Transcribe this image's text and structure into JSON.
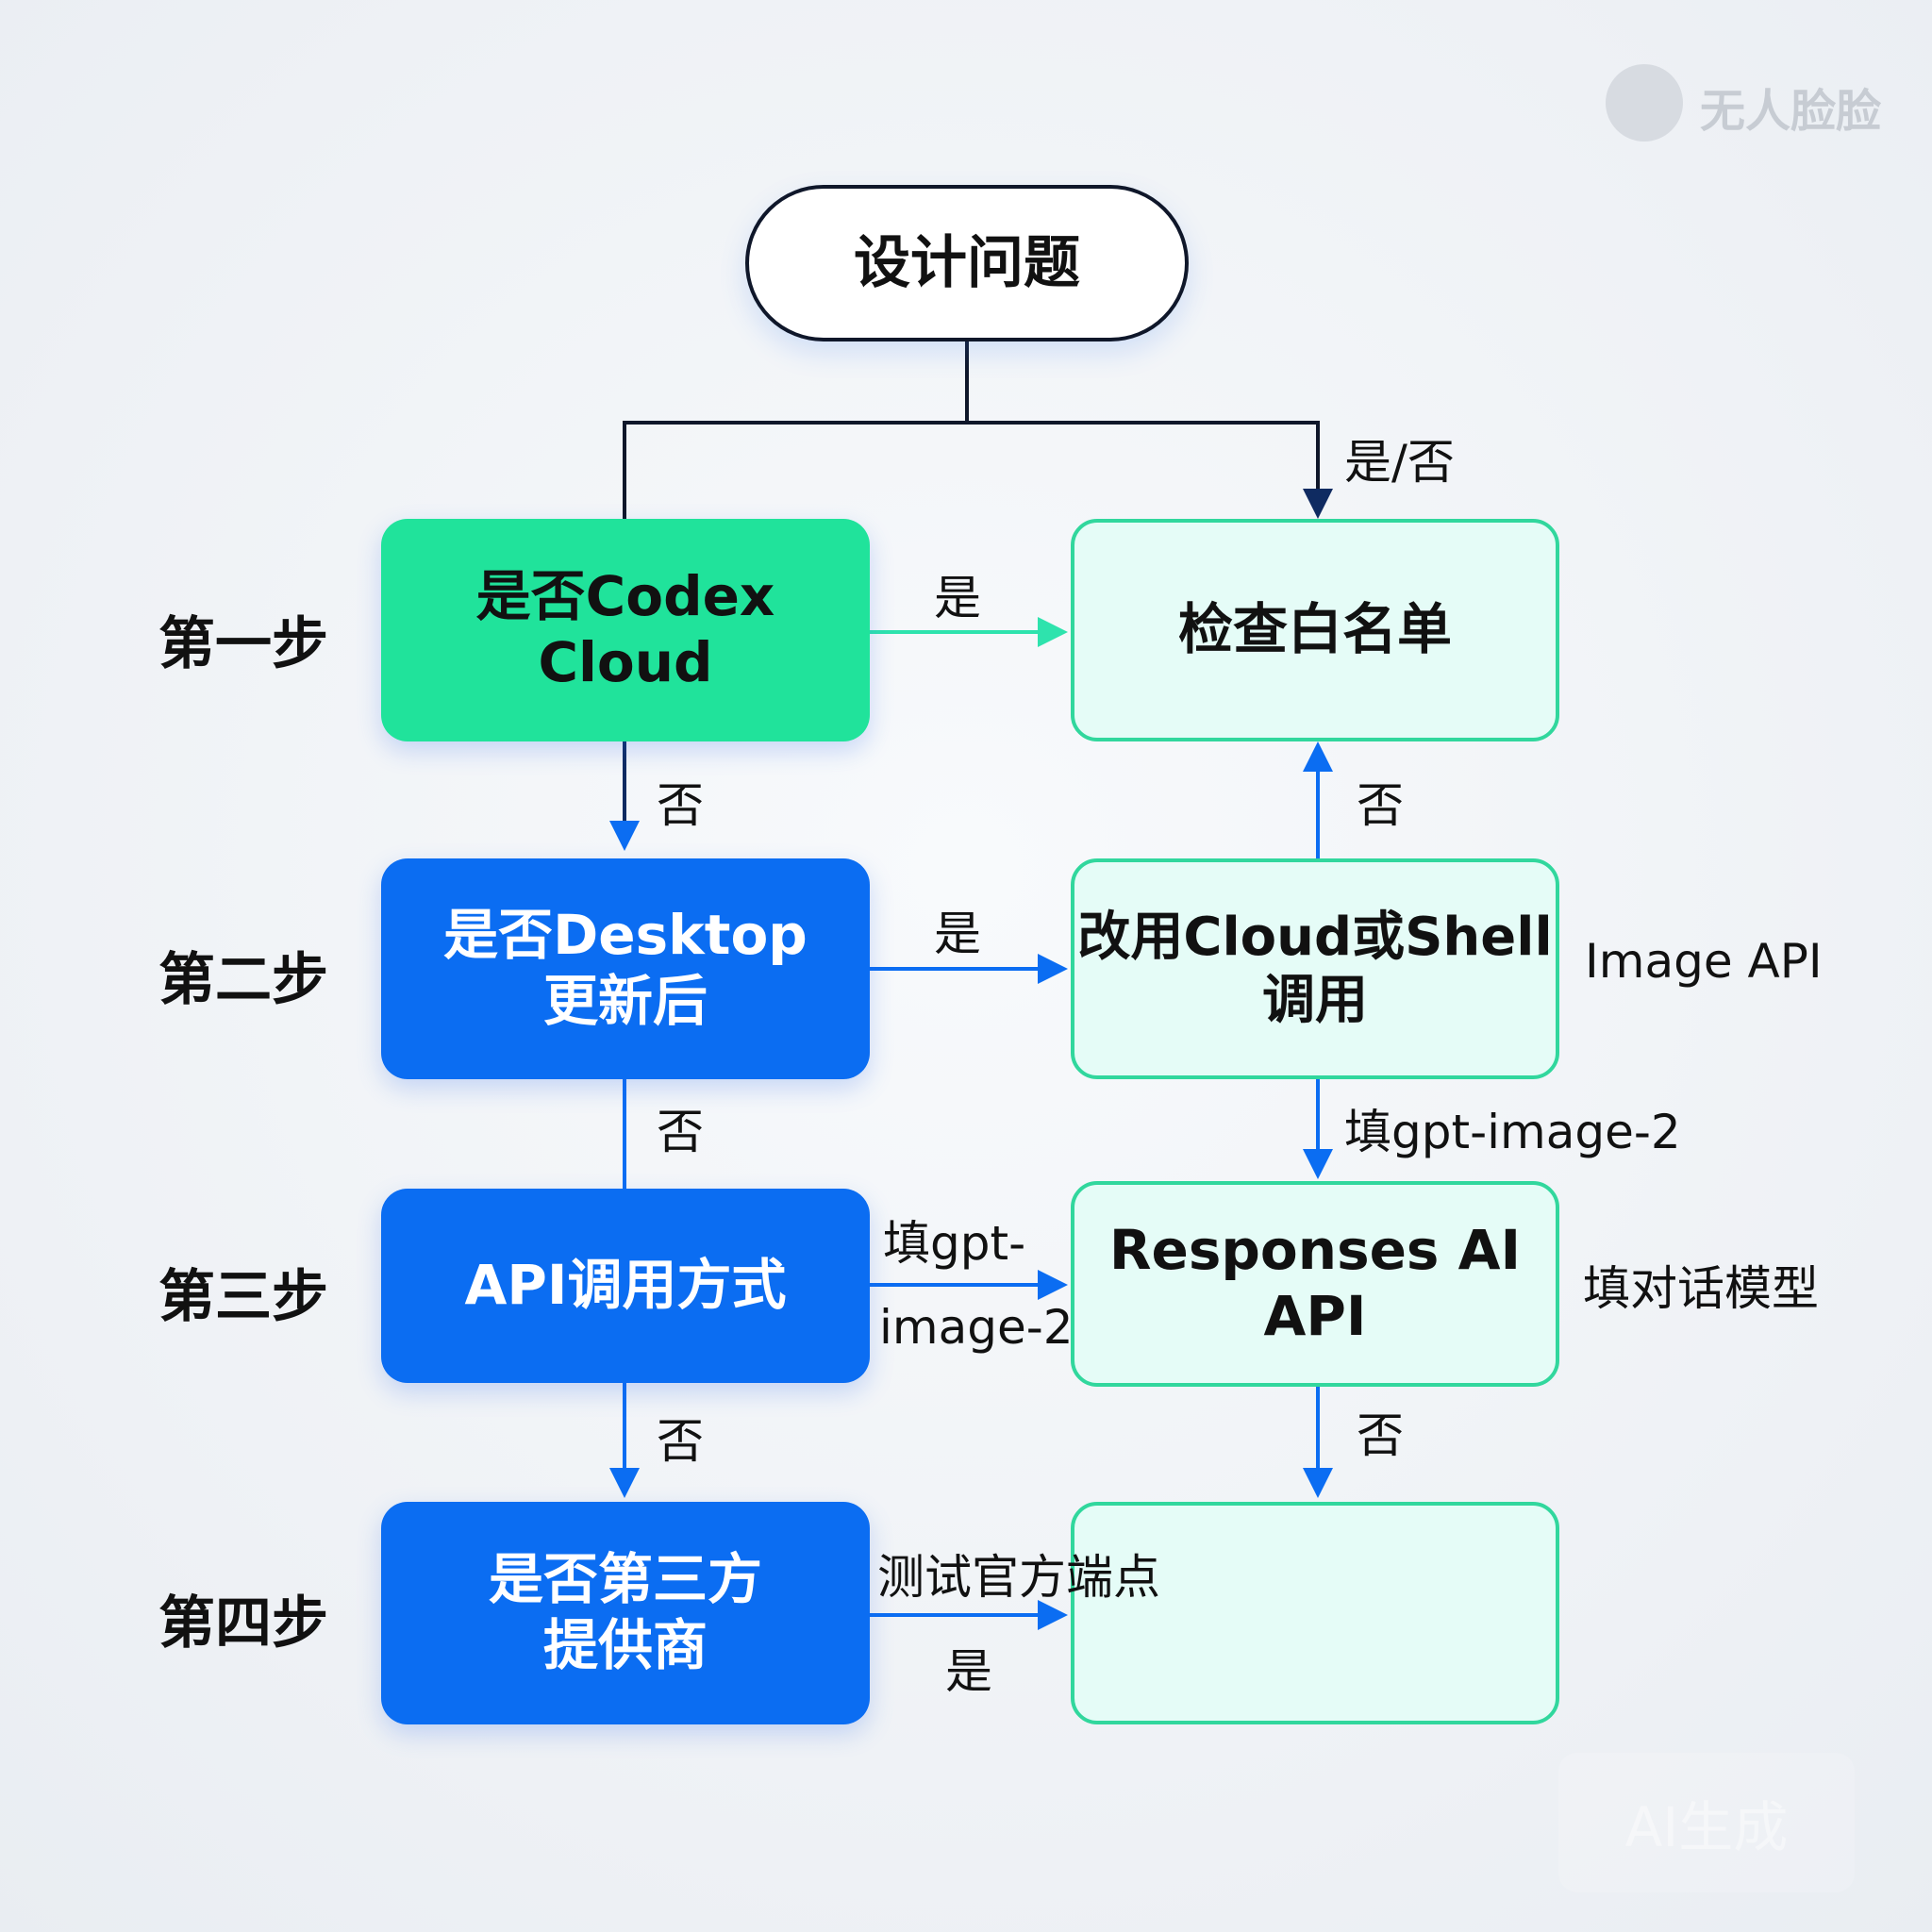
{
  "watermark": {
    "name": "无人脸脸",
    "badge": "AI生成",
    "logo_icon": "face-logo-icon"
  },
  "colors": {
    "green": "#20e39b",
    "blue": "#0b6df2",
    "mint_border": "#31d79d",
    "dark": "#0f172a"
  },
  "start": "设计问题",
  "steps": [
    "第一步",
    "第二步",
    "第三步",
    "第四步"
  ],
  "left_nodes": {
    "codex": [
      "是否Codex",
      "Cloud"
    ],
    "desktop": [
      "是否Desktop",
      "更新后"
    ],
    "api": [
      "API调用方式"
    ],
    "third": [
      "是否第三方",
      "提供商"
    ]
  },
  "right_nodes": {
    "whitelist": [
      "检查白名单"
    ],
    "cloud_shell": [
      "改用Cloud或Shell",
      "调用"
    ],
    "responses": [
      "Responses AI",
      "API"
    ],
    "official": []
  },
  "labels": {
    "yes_no": "是/否",
    "yes": "是",
    "no": "否",
    "fill_gpt": "填gpt-image-2",
    "fill_gpt_part1": "填gpt-",
    "fill_gpt_part2": "image-2",
    "test_endpoint": "测试官方端点"
  },
  "side_notes": {
    "image_api": "Image API",
    "chat_model": "填对话模型"
  }
}
